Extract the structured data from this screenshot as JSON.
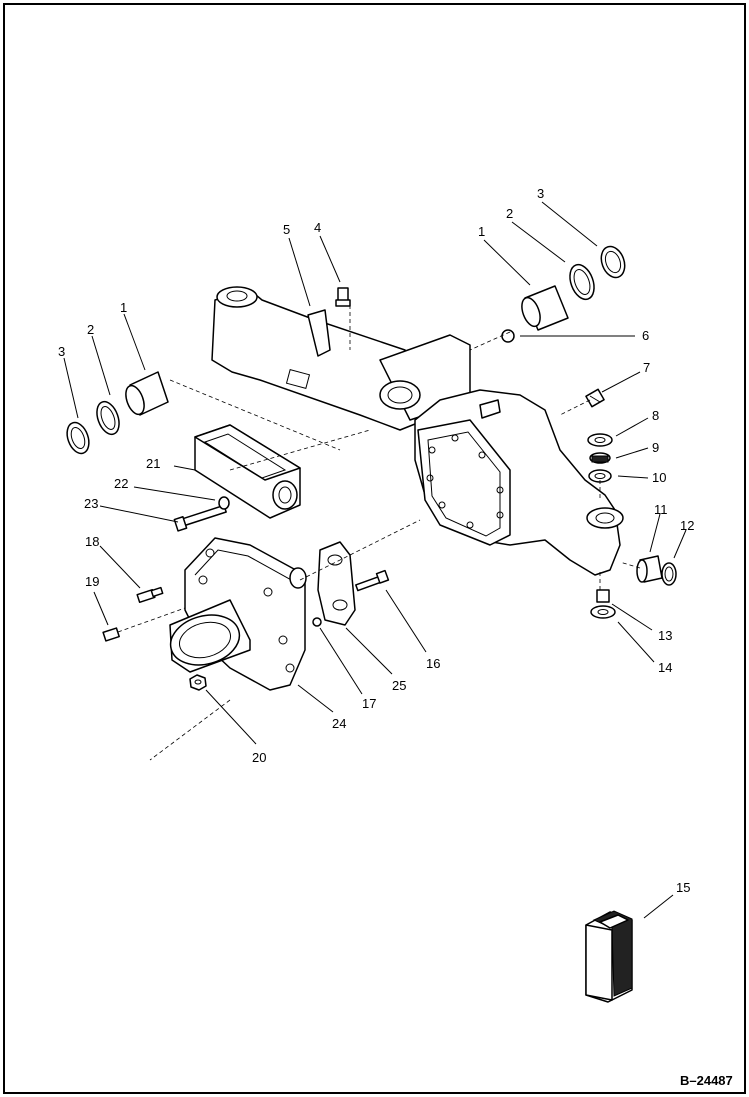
{
  "figure_code": "B–24487",
  "callouts": [
    "1",
    "2",
    "3",
    "4",
    "5",
    "6",
    "7",
    "8",
    "9",
    "10",
    "11",
    "12",
    "13",
    "14",
    "15",
    "16",
    "17",
    "18",
    "19",
    "20",
    "21",
    "22",
    "23",
    "24",
    "25"
  ],
  "colors": {
    "line": "#000000",
    "background": "#ffffff"
  }
}
